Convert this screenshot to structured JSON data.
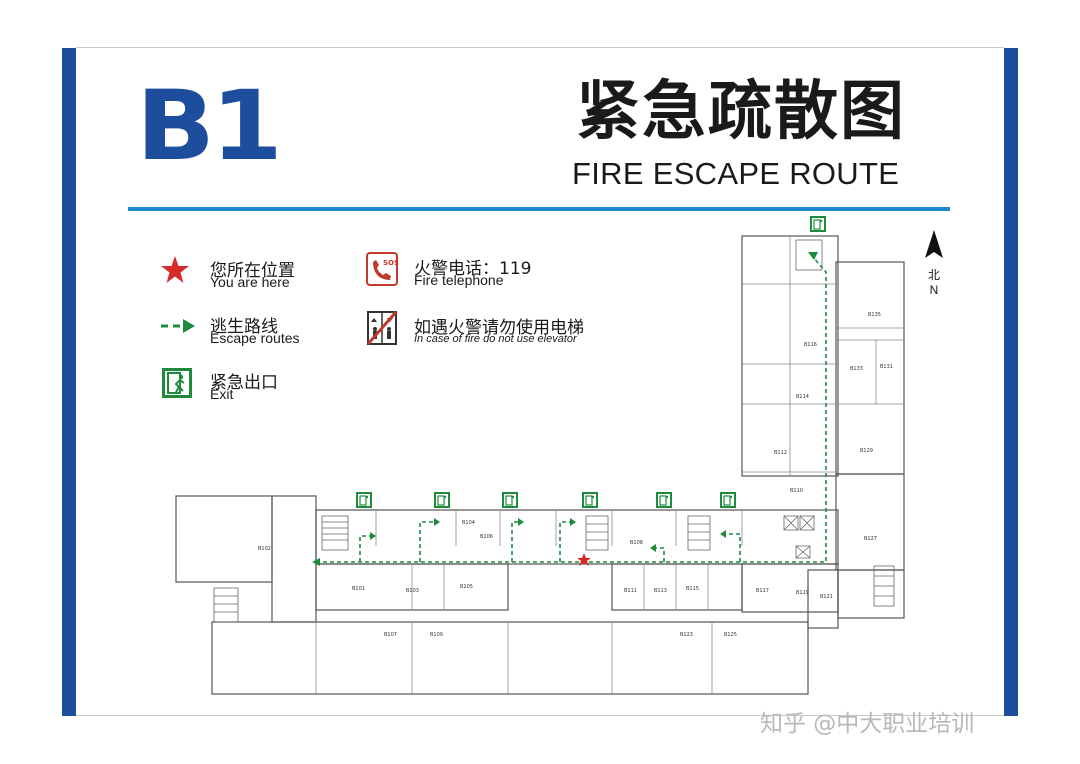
{
  "header": {
    "floor": "B1",
    "title_cn": "紧急疏散图",
    "title_en": "FIRE ESCAPE ROUTE"
  },
  "legend": {
    "you_are_here_cn": "您所在位置",
    "you_are_here_en": "You are here",
    "escape_routes_cn": "逃生路线",
    "escape_routes_en": "Escape routes",
    "exit_cn": "紧急出口",
    "exit_en": "Exit",
    "fire_tel_cn": "火警电话：119",
    "fire_tel_en": "Fire telephone",
    "elevator_cn": "如遇火警请勿使用电梯",
    "elevator_en": "In case of fire do not use elevator",
    "sos": "SOS"
  },
  "compass": {
    "north_cn": "北",
    "north_en": "N"
  },
  "rooms": {
    "b102": "B102",
    "b101": "B101",
    "b103": "B103",
    "b105": "B105",
    "b104": "B104",
    "b106": "B106",
    "b108": "B108",
    "b107": "B107",
    "b109": "B109",
    "b111": "B111",
    "b113": "B113",
    "b115": "B115",
    "b117": "B117",
    "b119": "B119",
    "b121": "B121",
    "b123": "B123",
    "b125": "B125",
    "b127": "B127",
    "b129": "B129",
    "b131": "B131",
    "b133": "B133",
    "b135": "B135",
    "b110": "B110",
    "b112": "B112",
    "b114": "B114",
    "b116": "B116"
  },
  "watermark": "知乎 @中大职业培训",
  "colors": {
    "brand_blue": "#1d4e9e",
    "divider_blue": "#1e88d0",
    "route_green": "#1e8a3c",
    "star_red": "#d72a2a"
  }
}
